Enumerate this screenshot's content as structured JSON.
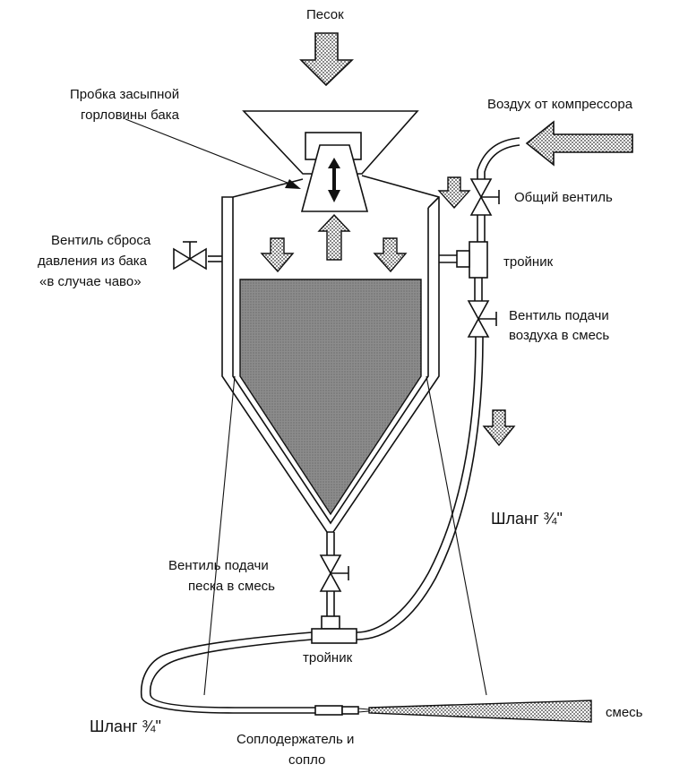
{
  "labels": {
    "sand": "Песок",
    "filler_plug_line1": "Пробка засыпной",
    "filler_plug_line2": "горловины бака",
    "compressor_air": "Воздух от компрессора",
    "main_valve": "Общий вентиль",
    "relief_valve_line1": "Вентиль сброса",
    "relief_valve_line2": "давления из бака",
    "relief_valve_line3": "«в случае чаво»",
    "tee_top": "тройник",
    "air_valve_line1": "Вентиль подачи",
    "air_valve_line2": "воздуха в смесь",
    "hose_right": "Шланг ¾\"",
    "sand_valve_line1": "Вентиль подачи",
    "sand_valve_line2": "песка в смесь",
    "tee_bottom": "тройник",
    "hose_left": "Шланг ¾\"",
    "nozzle_line1": "Соплодержатель и",
    "nozzle_line2": "сопло",
    "mix": "смесь"
  },
  "colors": {
    "line": "#111111",
    "sand_fill": "#9a9a9a",
    "background": "#ffffff"
  }
}
